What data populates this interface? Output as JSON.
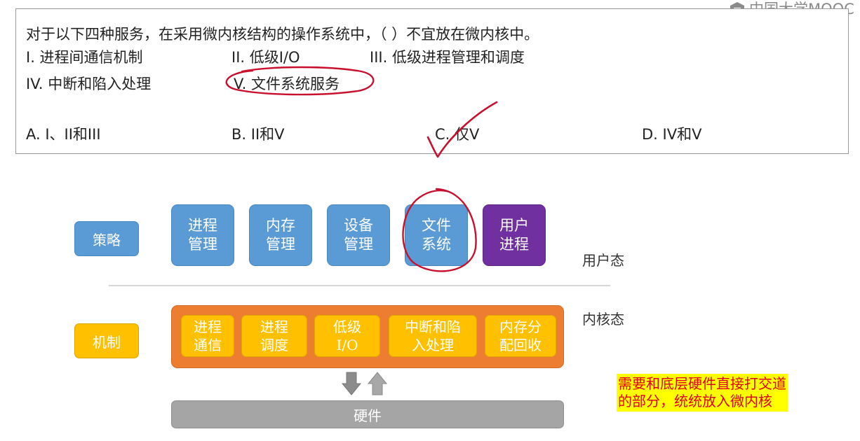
{
  "logo": {
    "text": "中国大学MOOC"
  },
  "question": {
    "stem": "对于以下四种服务，在采用微内核结构的操作系统中，（ ）不宜放在微内核中。",
    "items": [
      "I. 进程间通信机制",
      "II. 低级I/O",
      "III. 低级进程管理和调度",
      "IV. 中断和陷入处理",
      "V. 文件系统服务"
    ],
    "options": [
      "A. I、II和III",
      "B. II和V",
      "C. 仅V",
      "D. IV和V"
    ]
  },
  "diagram": {
    "policy_label": "策略",
    "mechanism_label": "机制",
    "user_services": [
      "进程\n管理",
      "内存\n管理",
      "设备\n管理",
      "文件\n系统",
      "用户\n进程"
    ],
    "user_mode_label": "用户态",
    "kernel_mode_label": "内核态",
    "kernel_modules": [
      "进程\n通信",
      "进程\n调度",
      "低级\nI/O",
      "中断和陷\n入处理",
      "内存分\n配回收"
    ],
    "hardware_label": "硬件"
  },
  "note": "需要和底层硬件直接打交道\n的部分，统统放入微内核",
  "colors": {
    "service_blue": "#5b9bd5",
    "user_process_purple": "#7030a0",
    "kernel_orange": "#ed7d31",
    "module_yellow": "#ffc000",
    "hardware_gray": "#a5a5a5",
    "annotation_red": "#c8102e",
    "note_highlight": "#ffff00"
  }
}
